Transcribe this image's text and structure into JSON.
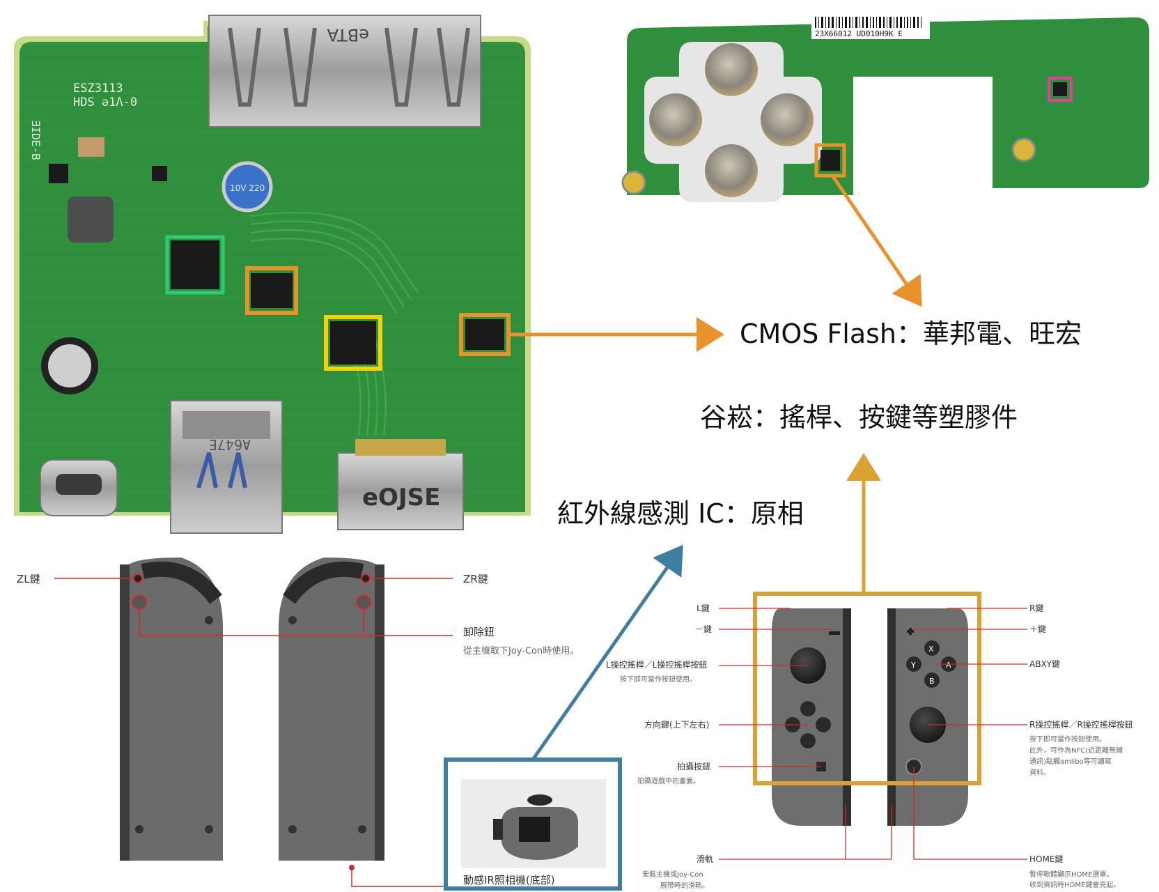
{
  "colors": {
    "orange": "#e8922c",
    "gold": "#d9a232",
    "blue": "#3e7fa0",
    "green_box": "#2ecc71",
    "yellow_box": "#f4d400",
    "pink_box": "#e0409a",
    "red_line": "#d62828",
    "pcb_green": "#2f8f3c",
    "joycon_gray": "#6b6b6b"
  },
  "annotations": {
    "cmos_flash": "CMOS Flash：華邦電、旺宏",
    "gucong": "谷崧：搖桿、按鍵等塑膠件",
    "ir_sensor": "紅外線感測 IC：原相"
  },
  "pcb_main": {
    "connector_print": "eBTA",
    "hdmi_print": "eOJSE",
    "usb_print": "A647E",
    "silk_lines": [
      "ESZ3113",
      "HDS ə1Λ-0",
      "ƎIDE-B"
    ],
    "cap_text": "10V 220"
  },
  "pcb_right": {
    "barcode_text": "23X66012 UD010H9K E"
  },
  "joycon_back": {
    "zl_label": "ZL鍵",
    "zr_label": "ZR鍵",
    "release_label": "卸除鈕",
    "release_desc": "從主機取下Joy-Con時使用。",
    "ir_camera_label": "動感IR照相機(底部)"
  },
  "joycon_front": {
    "l_label": "L鍵",
    "minus_label": "－鍵",
    "lstick_label": "L操控搖桿／L操控搖桿按鈕",
    "lstick_desc": "按下即可當作按鈕使用。",
    "dpad_label": "方向鍵(上下左右)",
    "capture_label": "拍攝按鈕",
    "capture_desc": "拍攝遊戲中的畫面。",
    "rail_label": "滑軌",
    "rail_desc_1": "安裝主機或Joy-Con",
    "rail_desc_2": "腕帶時的滑軌。",
    "r_label": "R鍵",
    "plus_label": "＋鍵",
    "abxy_label": "ABXY鍵",
    "rstick_label": "R操控搖桿／R操控搖桿按鈕",
    "rstick_desc_1": "按下即可當作按鈕使用。",
    "rstick_desc_2": "此外，可作為NFC(近距離無線",
    "rstick_desc_3": "通訊)點觸amiibo等可讀寫",
    "rstick_desc_4": "資料。",
    "home_label": "HOME鍵",
    "home_desc_1": "暫停軟體顯示HOME選單。",
    "home_desc_2": "收到資訊時HOME鍵會亮起。",
    "btn_x": "X",
    "btn_y": "Y",
    "btn_a": "A",
    "btn_b": "B"
  }
}
